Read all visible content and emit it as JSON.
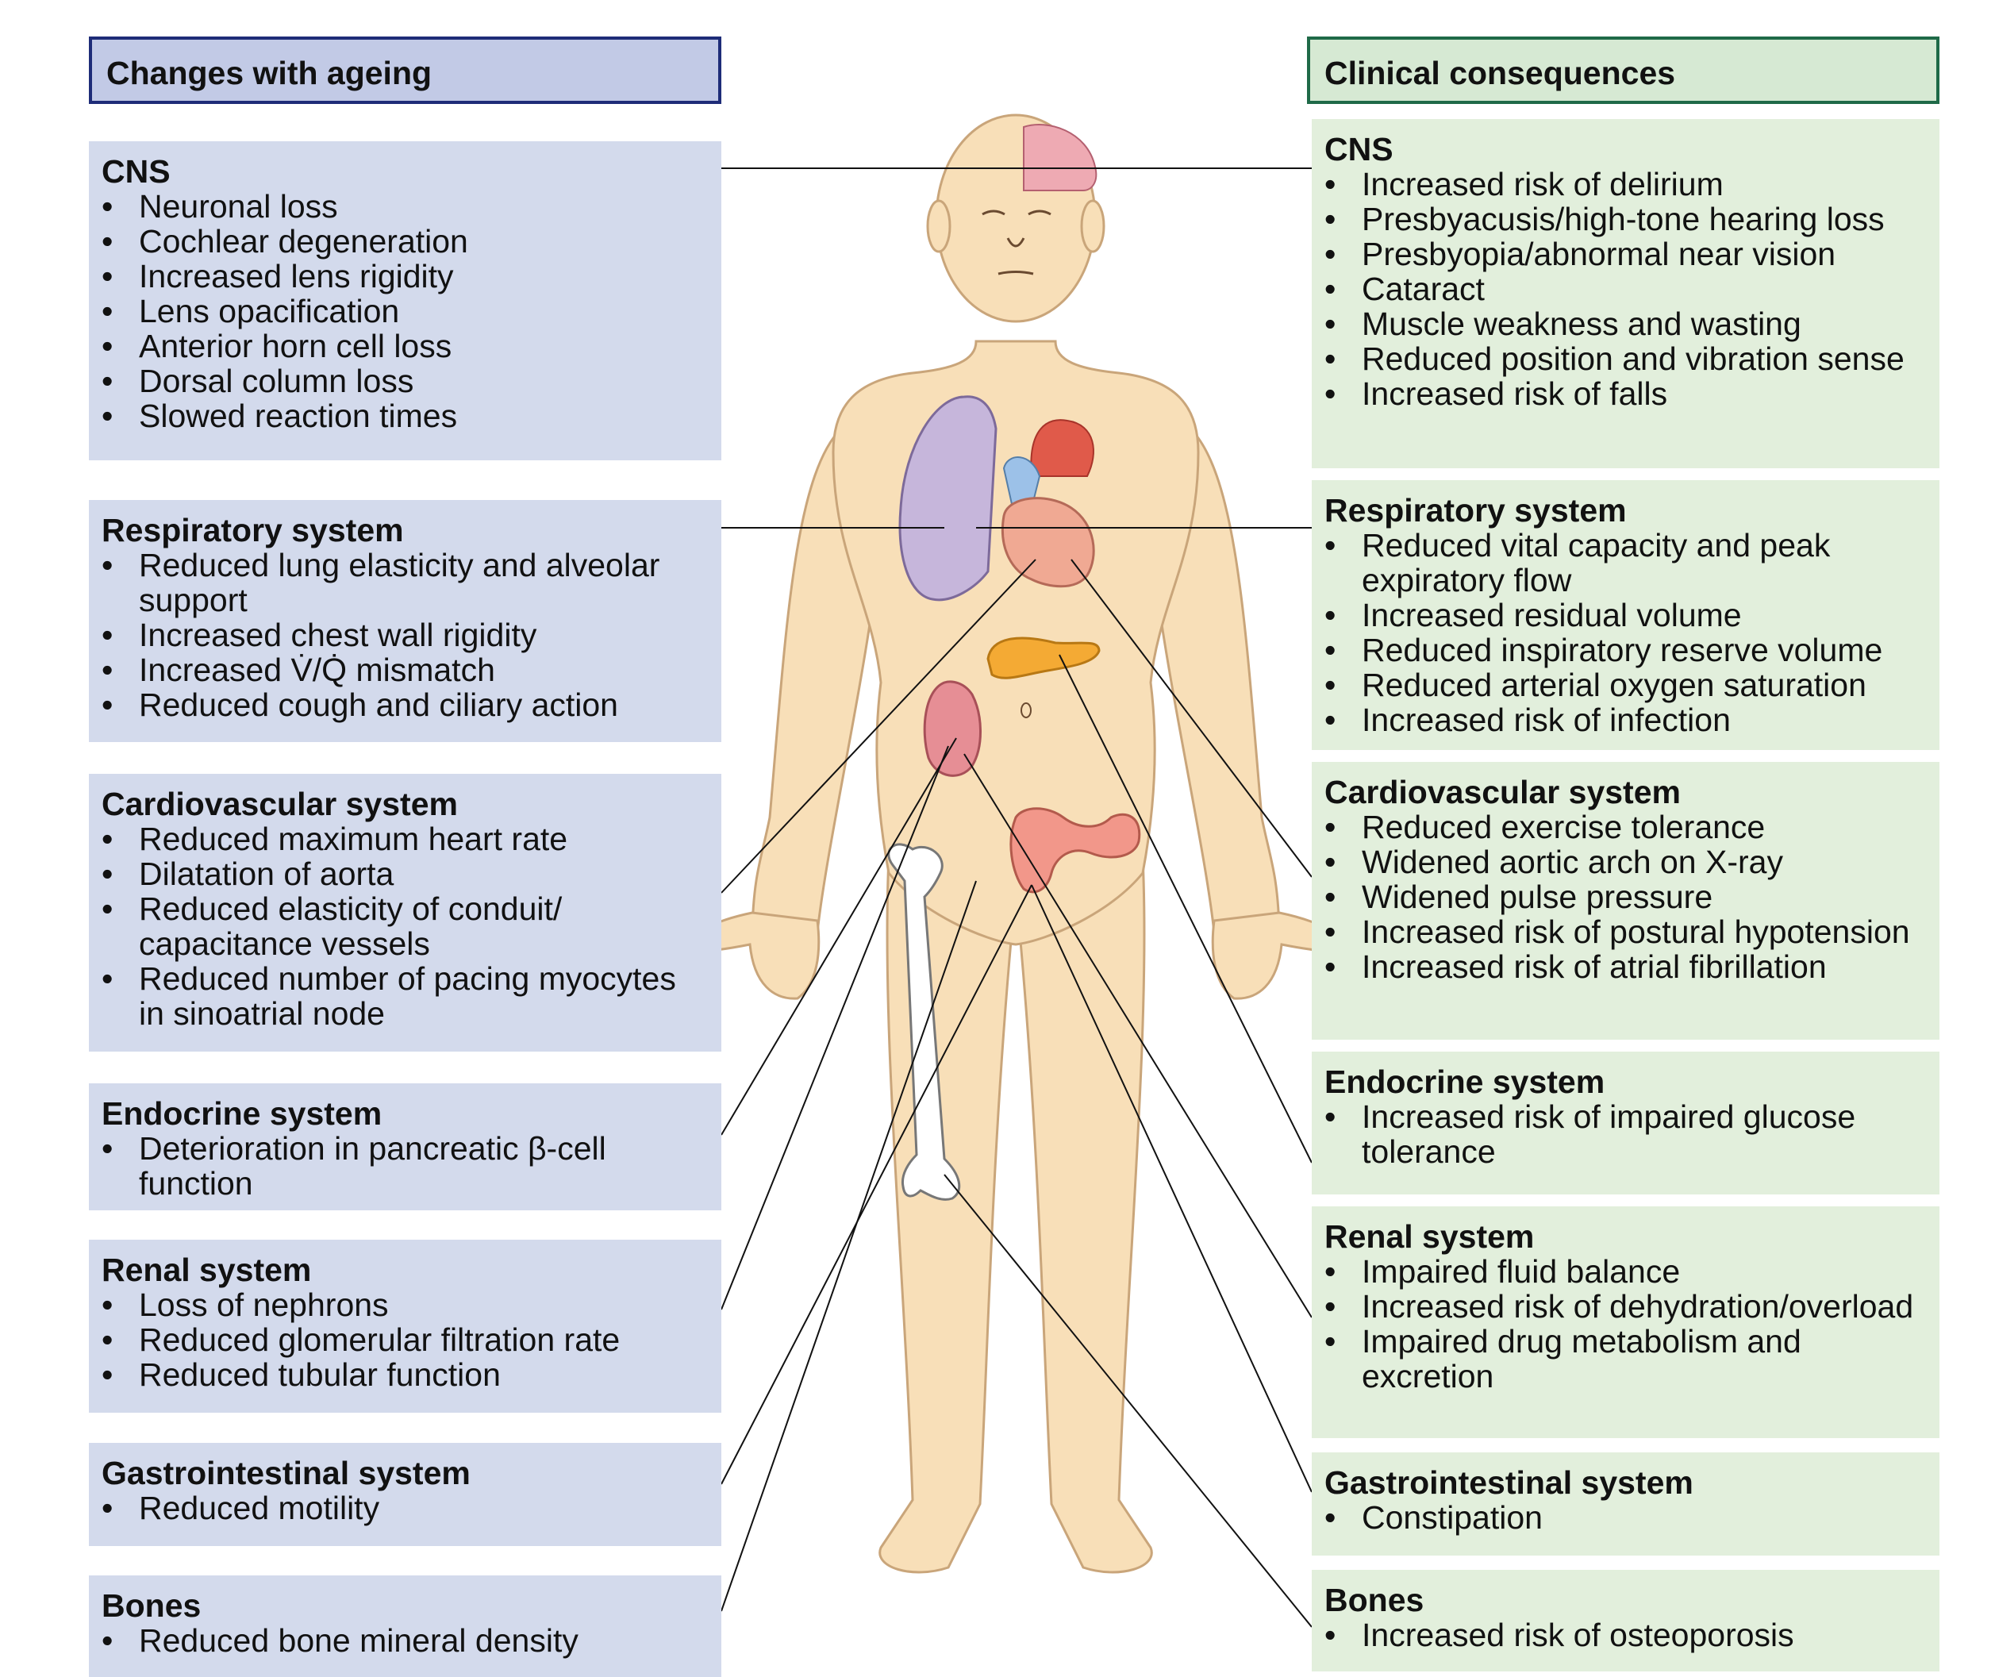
{
  "header": {
    "left_title": "Changes with ageing",
    "right_title": "Clinical consequences"
  },
  "left_panels": [
    {
      "title": "CNS",
      "items": [
        "Neuronal loss",
        "Cochlear degeneration",
        "Increased lens rigidity",
        "Lens opacification",
        "Anterior horn cell loss",
        "Dorsal column loss",
        "Slowed reaction times"
      ]
    },
    {
      "title": "Respiratory system",
      "items": [
        "Reduced lung elasticity and alveolar support",
        "Increased chest wall rigidity",
        "Increased V̇/Q̇ mismatch",
        "Reduced cough and ciliary action"
      ]
    },
    {
      "title": "Cardiovascular system",
      "items": [
        "Reduced maximum heart rate",
        "Dilatation of aorta",
        "Reduced elasticity of conduit/ capacitance vessels",
        "Reduced number of pacing myocytes in sinoatrial node"
      ]
    },
    {
      "title": "Endocrine system",
      "items": [
        "Deterioration in pancreatic β-cell function"
      ]
    },
    {
      "title": "Renal system",
      "items": [
        "Loss of nephrons",
        "Reduced glomerular filtration rate",
        "Reduced tubular function"
      ]
    },
    {
      "title": "Gastrointestinal system",
      "items": [
        "Reduced motility"
      ]
    },
    {
      "title": "Bones",
      "items": [
        "Reduced bone mineral density"
      ]
    }
  ],
  "right_panels": [
    {
      "title": "CNS",
      "items": [
        "Increased risk of delirium",
        "Presbyacusis/high-tone hearing loss",
        "Presbyopia/abnormal near vision",
        "Cataract",
        "Muscle weakness and wasting",
        "Reduced position and vibration sense",
        "Increased risk of falls"
      ]
    },
    {
      "title": "Respiratory system",
      "items": [
        "Reduced vital capacity and peak expiratory flow",
        "Increased residual volume",
        "Reduced inspiratory reserve volume",
        "Reduced arterial oxygen saturation",
        "Increased risk of infection"
      ]
    },
    {
      "title": "Cardiovascular system",
      "items": [
        "Reduced exercise tolerance",
        "Widened aortic arch on X-ray",
        "Widened pulse pressure",
        "Increased risk of postural hypotension",
        "Increased risk of atrial fibrillation"
      ]
    },
    {
      "title": "Endocrine system",
      "items": [
        "Increased risk of impaired glucose tolerance"
      ]
    },
    {
      "title": "Renal system",
      "items": [
        "Impaired fluid balance",
        "Increased risk of dehydration/overload",
        "Impaired drug metabolism and excretion"
      ]
    },
    {
      "title": "Gastrointestinal system",
      "items": [
        "Constipation"
      ]
    },
    {
      "title": "Bones",
      "items": [
        "Increased risk of osteoporosis"
      ]
    }
  ],
  "colors": {
    "left_panel": "#d3daec",
    "left_header": "#c2cae6",
    "left_border": "#1e2c78",
    "right_panel": "#e2efdc",
    "right_header": "#d6e9d3",
    "right_border": "#1f6a48",
    "skin": "#f8dfb8",
    "lung": "#c6b6db",
    "heart": "#f0a993",
    "brain": "#eeaab3",
    "pancreas": "#f4aa34",
    "kidney": "#e68e95",
    "colon": "#f2978a"
  }
}
